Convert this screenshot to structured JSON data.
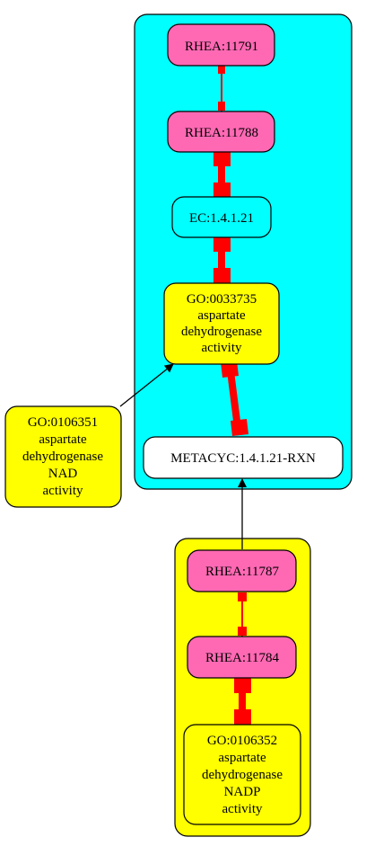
{
  "colors": {
    "cluster_cyan": "#00ffff",
    "cluster_yellow": "#ffff00",
    "rhea_pink": "#ff69b4",
    "go_yellow": "#ffff00",
    "node_white": "#ffffff",
    "edge_red": "#ff0000",
    "arrow_black": "#000000"
  },
  "nodes": {
    "rhea_11791": {
      "lines": [
        "RHEA:11791"
      ]
    },
    "rhea_11788": {
      "lines": [
        "RHEA:11788"
      ]
    },
    "ec_1_4_1_21": {
      "lines": [
        "EC:1.4.1.21"
      ]
    },
    "go_0033735": {
      "lines": [
        "GO:0033735",
        "aspartate",
        "dehydrogenase",
        "activity"
      ]
    },
    "metacyc": {
      "lines": [
        "METACYC:1.4.1.21-RXN"
      ]
    },
    "go_0106351": {
      "lines": [
        "GO:0106351",
        "aspartate",
        "dehydrogenase",
        "NAD",
        "activity"
      ]
    },
    "rhea_11787": {
      "lines": [
        "RHEA:11787"
      ]
    },
    "rhea_11784": {
      "lines": [
        "RHEA:11784"
      ]
    },
    "go_0106352": {
      "lines": [
        "GO:0106352",
        "aspartate",
        "dehydrogenase",
        "NADP",
        "activity"
      ]
    }
  }
}
